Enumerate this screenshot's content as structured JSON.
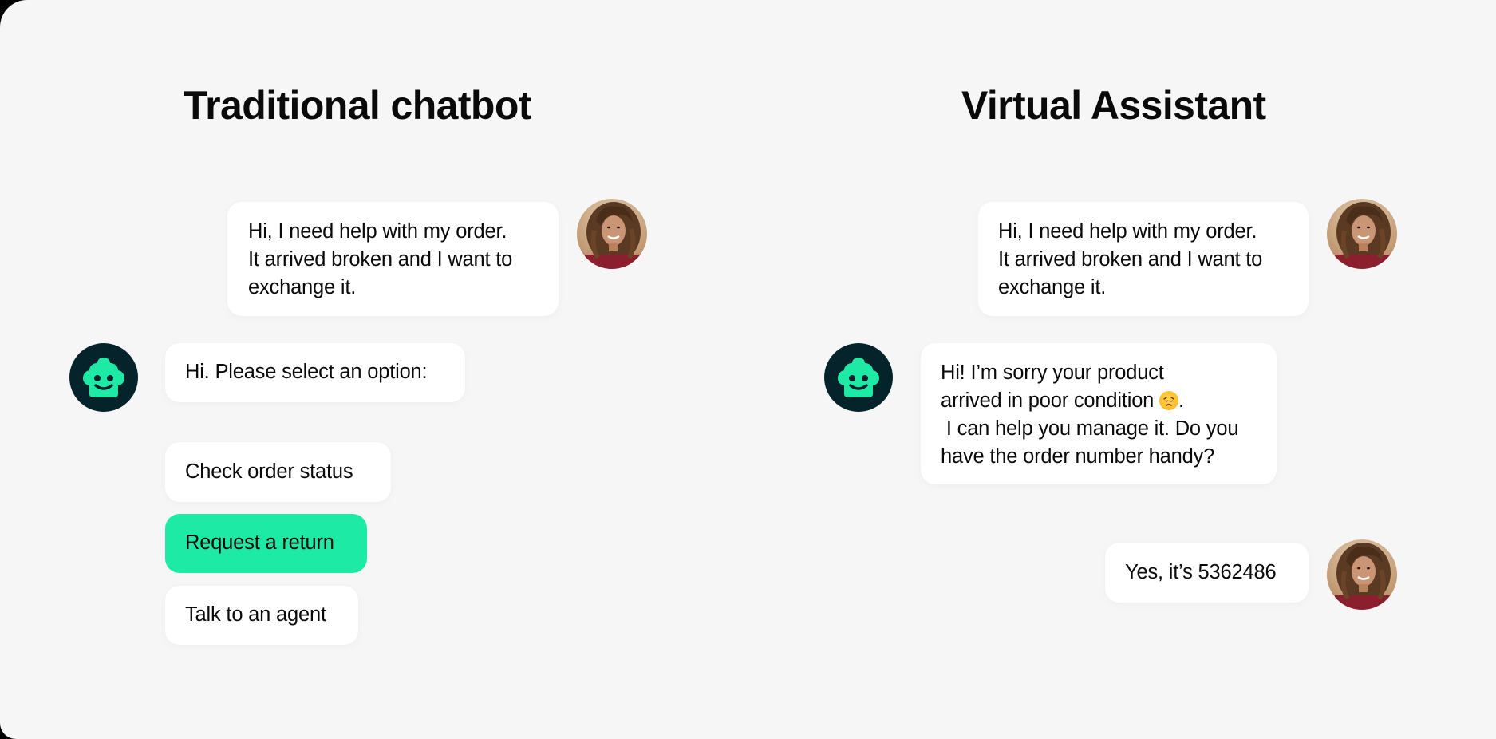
{
  "colors": {
    "background": "#f6f6f6",
    "bubble": "#ffffff",
    "accent_green": "#1deba5",
    "bot_avatar_bg": "#04232a",
    "text": "#0a0a0a"
  },
  "left_panel": {
    "title": "Traditional chatbot",
    "user_message": {
      "lines": [
        "Hi, I need help with my order.",
        "It arrived broken and I want to",
        "exchange it."
      ],
      "avatar": "user-photo-avatar"
    },
    "bot_message": {
      "text": "Hi. Please select an option:",
      "avatar": "bot-icon"
    },
    "options": [
      {
        "label": "Check order status",
        "selected": false
      },
      {
        "label": "Request a return",
        "selected": true
      },
      {
        "label": "Talk to an agent",
        "selected": false
      }
    ]
  },
  "right_panel": {
    "title": "Virtual Assistant",
    "user_message": {
      "lines": [
        "Hi, I need help with my order.",
        "It arrived broken and I want to",
        "exchange it."
      ],
      "avatar": "user-photo-avatar"
    },
    "bot_message": {
      "line1": "Hi! I’m sorry your product",
      "line2": "arrived in poor condition ",
      "line2_emoji": "disappointed-face-emoji",
      "line2_end": ".",
      "line3": " I can help you manage it. Do you",
      "line4": "have the order number handy?",
      "avatar": "bot-icon"
    },
    "user_reply": {
      "text": "Yes, it’s 5362486",
      "avatar": "user-photo-avatar"
    }
  }
}
